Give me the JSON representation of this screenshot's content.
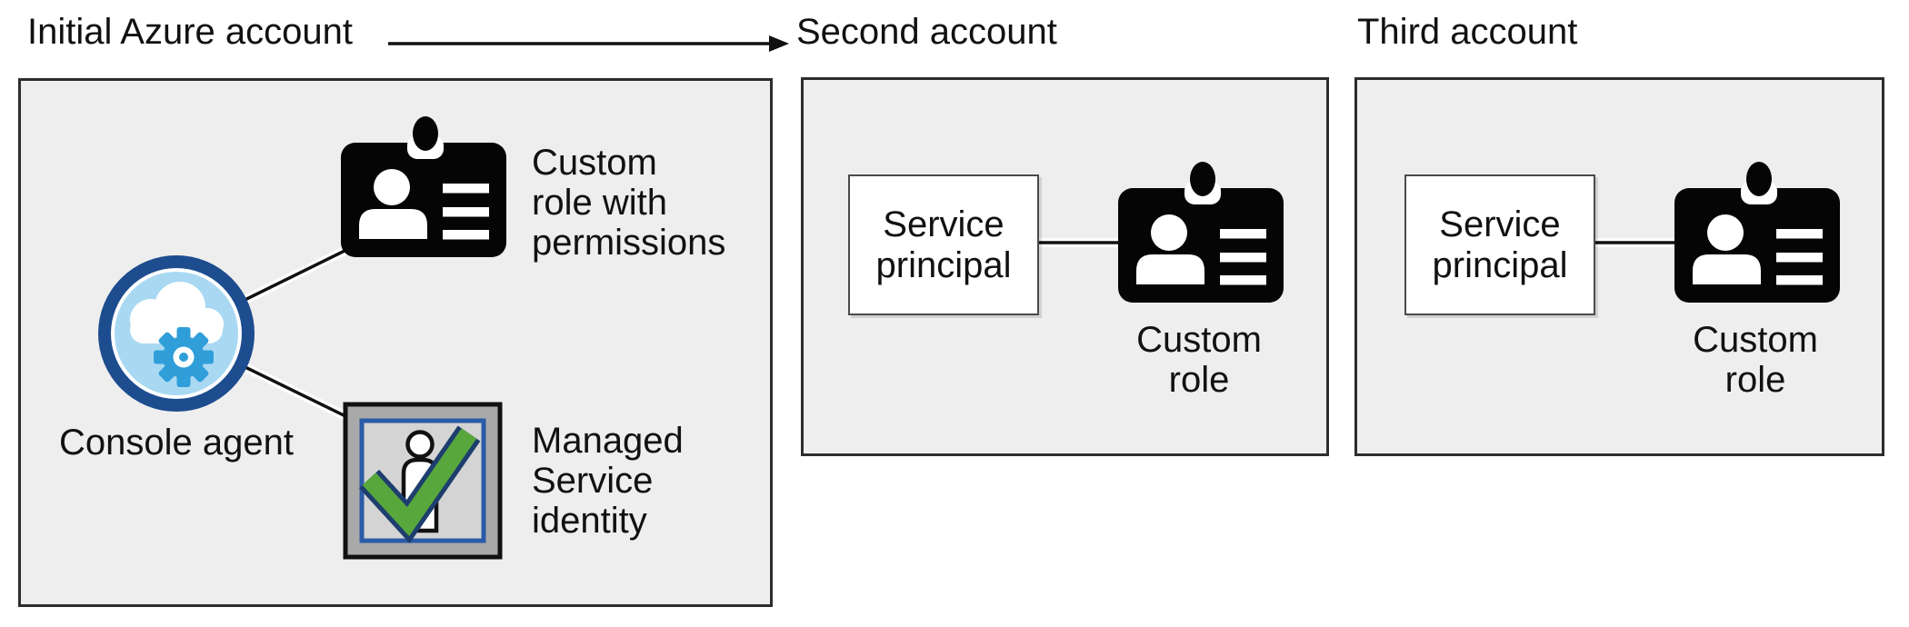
{
  "header": {
    "initial_title": "Initial Azure account",
    "second_title": "Second account",
    "third_title": "Third account"
  },
  "initial_account": {
    "agent_label": "Console agent",
    "custom_role_label": "Custom role with permissions",
    "msi_label": "Managed Service identity"
  },
  "second_account": {
    "service_principal_label": "Service principal",
    "custom_role_label": "Custom role"
  },
  "third_account": {
    "service_principal_label": "Service principal",
    "custom_role_label": "Custom role"
  },
  "icons": {
    "console_agent": "cloud-gear",
    "custom_role": "id-badge",
    "managed_identity": "person-checkmark",
    "flow_arrow": "right-arrow"
  },
  "colors": {
    "box_fill": "#eeeeee",
    "box_border": "#2d2d2d",
    "badge_black": "#050505",
    "ring_navy": "#1d4c8f",
    "light_blue": "#a9d9f2",
    "gear_blue": "#2f9ed9",
    "msi_gray": "#a9a9a9",
    "msi_inner": "#d4d4d4",
    "msi_blue": "#2a5ba6",
    "check_green": "#57a73d",
    "check_outline": "#1d3e6e",
    "line_black": "#111111"
  }
}
